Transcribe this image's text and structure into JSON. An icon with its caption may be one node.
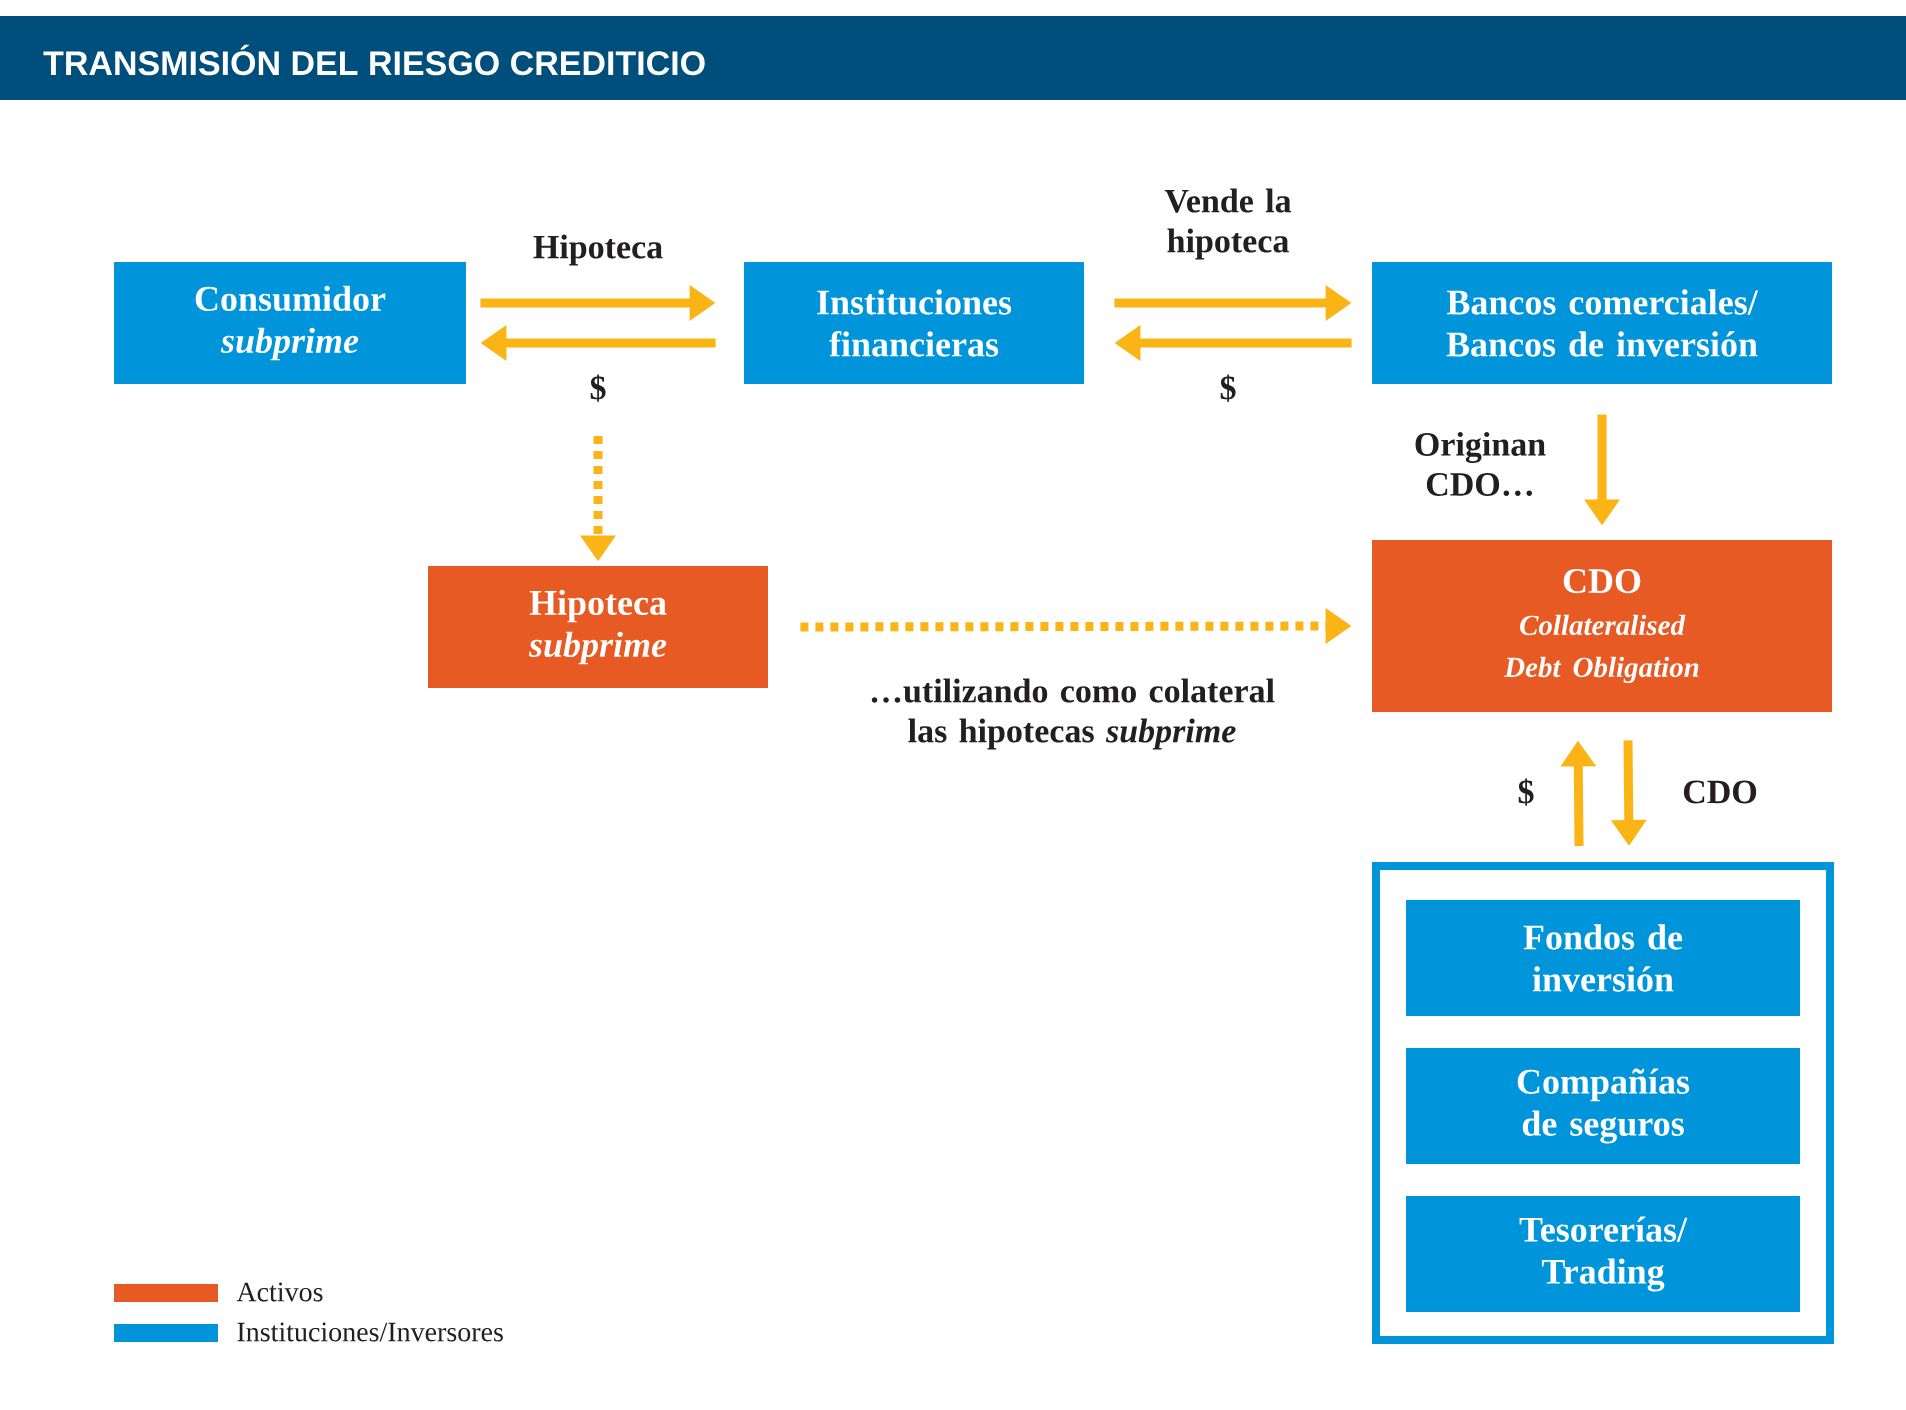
{
  "diagram": {
    "title": "TRANSMISIÓN DEL RIESGO CREDITICIO",
    "nodes": [
      {
        "text": [
          "Consumidor *subprime*"
        ]
      },
      {
        "text": [
          "Instituciones financieras"
        ]
      },
      {
        "text": [
          "Bancos comerciales/ Bancos de inversión"
        ]
      },
      {
        "text": [
          "Hipoteca *subprime*"
        ]
      },
      {
        "text": [
          "CDO",
          "Collateralised Debt Obligation"
        ]
      },
      {
        "text": [],
        "shape": "box"
      },
      {
        "text": [
          "Fondos de inversión"
        ],
        "in": 5
      },
      {
        "text": [
          "Compañías de seguros"
        ],
        "in": 5
      },
      {
        "text": [
          "Tesorerías/ Trading"
        ],
        "in": 5
      }
    ],
    "edges": [
      {
        "from": 0,
        "to": 1,
        "arrow": "to",
        "label": "Hipoteca"
      },
      {
        "from": 1,
        "to": 0,
        "arrow": "to",
        "label": "$"
      },
      {
        "from": 1,
        "to": 2,
        "arrow": "to",
        "label": "Vende la hipoteca"
      },
      {
        "from": 2,
        "to": 1,
        "arrow": "to",
        "label": "$"
      },
      {
        "from": null,
        "to": 3,
        "arrow": "to",
        "style": "dashed"
      },
      {
        "from": 2,
        "to": 4,
        "arrow": "to",
        "label": "Originan CDO…"
      },
      {
        "from": 3,
        "to": 4,
        "arrow": "to",
        "style": "dashed",
        "label": "…utilizando como colateral las hipotecas *subprime*"
      },
      {
        "from": 5,
        "to": 4,
        "arrow": "to",
        "label": "$"
      },
      {
        "from": 4,
        "to": 5,
        "arrow": "to",
        "label": "CDO"
      }
    ],
    "legend": [
      {
        "text": "Activos",
        "color": "#e85a24"
      },
      {
        "text": "Instituciones/Inversores",
        "color": "#0095da"
      }
    ]
  }
}
